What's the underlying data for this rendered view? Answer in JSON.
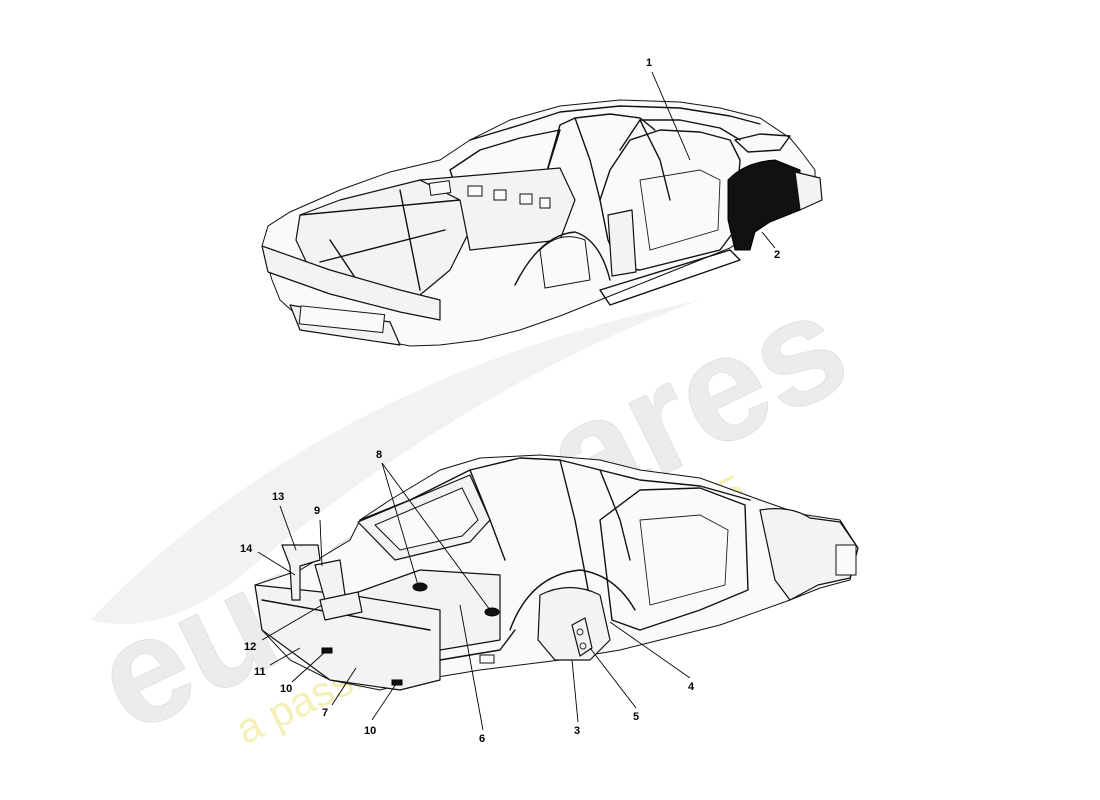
{
  "watermark": {
    "brand": "eurospares",
    "tagline": "a passion for parts since 1985"
  },
  "callouts": {
    "top": [
      "1",
      "2"
    ],
    "bottom": [
      "8",
      "13",
      "9",
      "14",
      "12",
      "11",
      "10",
      "7",
      "10",
      "6",
      "3",
      "5",
      "4"
    ]
  },
  "colors": {
    "background": "#ffffff",
    "line": "#111111",
    "highlight": "#111111",
    "watermark_brand": "#ececec",
    "watermark_tagline": "#f4f0b8"
  }
}
